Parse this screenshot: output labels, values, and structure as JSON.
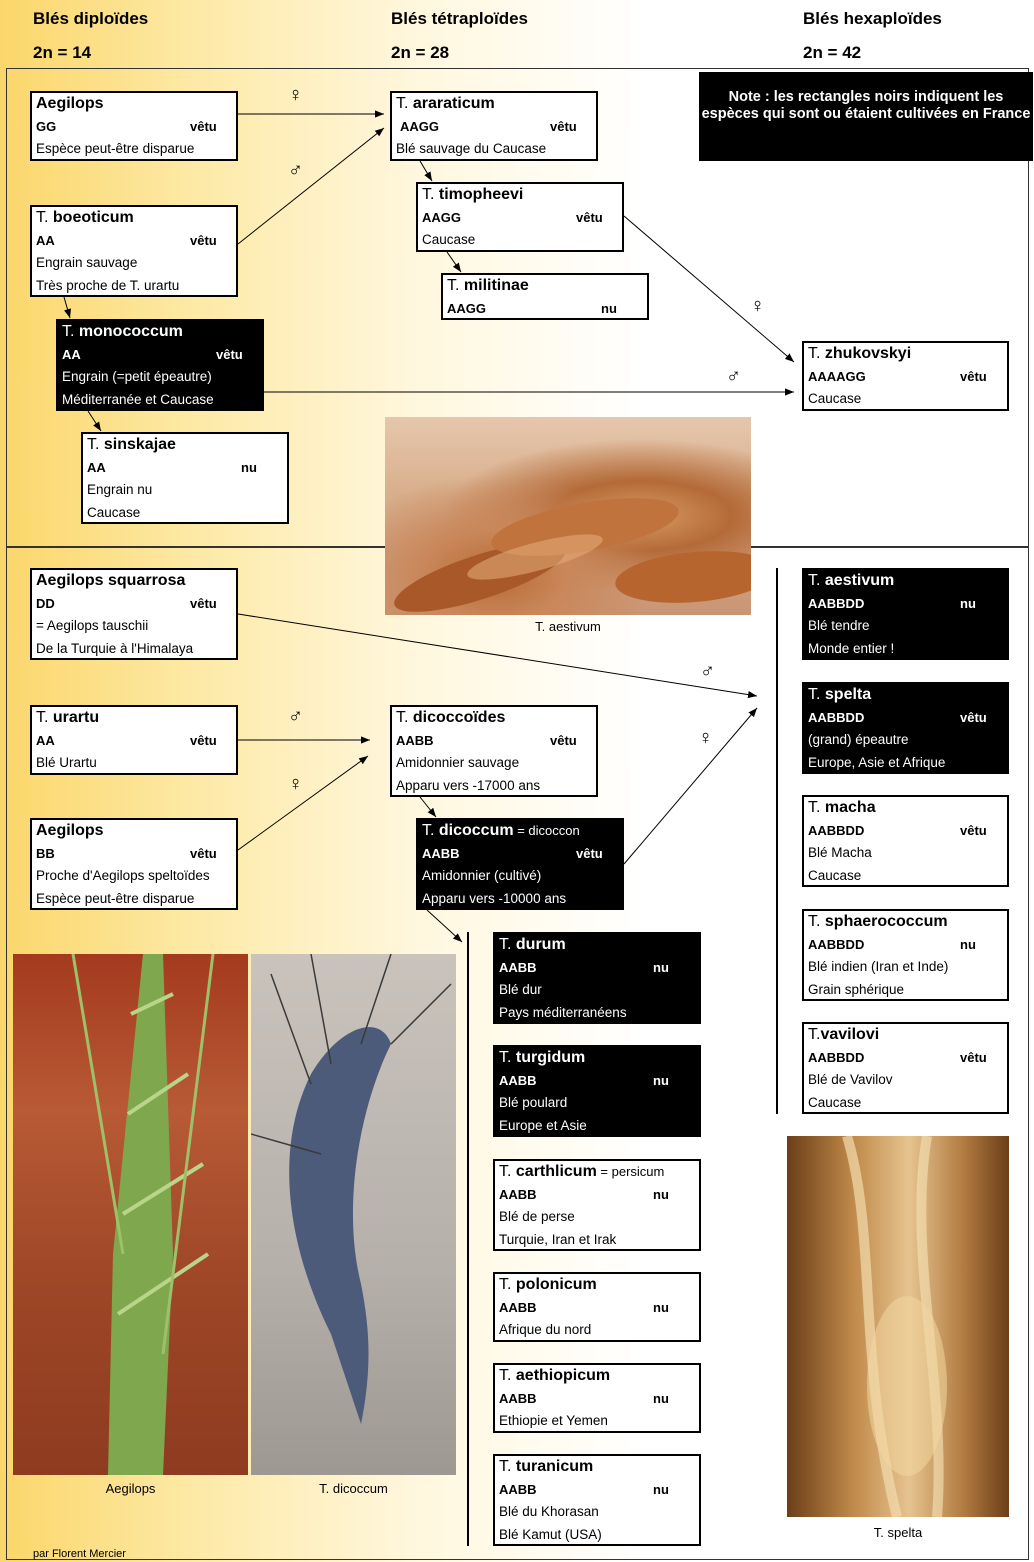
{
  "headers": {
    "diploid_title": "Blés diploïdes",
    "diploid_count": "2n = 14",
    "tetraploid_title": "Blés tétraploïdes",
    "tetraploid_count": "2n = 28",
    "hexaploid_title": "Blés hexaploïdes",
    "hexaploid_count": "2n = 42"
  },
  "note": "Note : les rectangles noirs indiquent les espèces qui sont ou étaient cultivées en France",
  "symbols": {
    "female": "♀",
    "male": "♂"
  },
  "boxes": {
    "aegilops_gg": {
      "prefix": "",
      "name": "Aegilops",
      "suffix": "",
      "genome": "GG",
      "husk": "vêtu",
      "lines": [
        "Espèce peut-être disparue"
      ]
    },
    "boeoticum": {
      "prefix": "T. ",
      "name": "boeoticum",
      "suffix": "",
      "genome": "AA",
      "husk": "vêtu",
      "lines": [
        "Engrain sauvage",
        "Très proche de T. urartu"
      ]
    },
    "monococcum": {
      "prefix": "T. ",
      "name": "monococcum",
      "suffix": "",
      "genome": "AA",
      "husk": "vêtu",
      "lines": [
        "Engrain (=petit épeautre)",
        "Méditerranée et Caucase"
      ]
    },
    "sinskajae": {
      "prefix": "T. ",
      "name": "sinskajae",
      "suffix": "",
      "genome": "AA",
      "husk": "nu",
      "lines": [
        "Engrain nu",
        "Caucase"
      ]
    },
    "araraticum": {
      "prefix": "T. ",
      "name": "araraticum",
      "suffix": "",
      "genome": "AAGG",
      "husk": "vêtu",
      "lines": [
        "Blé sauvage du Caucase"
      ]
    },
    "timopheevi": {
      "prefix": "T. ",
      "name": "timopheevi",
      "suffix": "",
      "genome": "AAGG",
      "husk": "vêtu",
      "lines": [
        "Caucase"
      ]
    },
    "militinae": {
      "prefix": "T. ",
      "name": "militinae",
      "suffix": "",
      "genome": "AAGG",
      "husk": "nu",
      "lines": []
    },
    "zhukovskyi": {
      "prefix": "T. ",
      "name": "zhukovskyi",
      "suffix": "",
      "genome": "AAAAGG",
      "husk": "vêtu",
      "lines": [
        "Caucase"
      ]
    },
    "squarrosa": {
      "prefix": "",
      "name": "Aegilops squarrosa",
      "suffix": "",
      "genome": "DD",
      "husk": "vêtu",
      "lines": [
        "= Aegilops tauschii",
        "De la Turquie à l'Himalaya"
      ]
    },
    "urartu": {
      "prefix": "T. ",
      "name": "urartu",
      "suffix": "",
      "genome": "AA",
      "husk": "vêtu",
      "lines": [
        "Blé Urartu"
      ]
    },
    "aegilops_bb": {
      "prefix": "",
      "name": "Aegilops",
      "suffix": "",
      "genome": "BB",
      "husk": "vêtu",
      "lines": [
        "Proche d'Aegilops speltoïdes",
        "Espèce peut-être disparue"
      ]
    },
    "dicoccoides": {
      "prefix": "T. ",
      "name": "dicoccoïdes",
      "suffix": "",
      "genome": "AABB",
      "husk": "vêtu",
      "lines": [
        "Amidonnier sauvage",
        "Apparu vers -17000 ans"
      ]
    },
    "dicoccum": {
      "prefix": "T. ",
      "name": "dicoccum",
      "suffix": " = dicoccon",
      "genome": "AABB",
      "husk": "vêtu",
      "lines": [
        "Amidonnier (cultivé)",
        "Apparu vers -10000 ans"
      ]
    },
    "durum": {
      "prefix": "T. ",
      "name": "durum",
      "suffix": "",
      "genome": "AABB",
      "husk": "nu",
      "lines": [
        "Blé dur",
        "Pays méditerranéens"
      ]
    },
    "turgidum": {
      "prefix": "T. ",
      "name": "turgidum",
      "suffix": "",
      "genome": "AABB",
      "husk": "nu",
      "lines": [
        "Blé poulard",
        "Europe et Asie"
      ]
    },
    "carthlicum": {
      "prefix": "T. ",
      "name": "carthlicum",
      "suffix": " = persicum",
      "genome": "AABB",
      "husk": "nu",
      "lines": [
        "Blé de perse",
        "Turquie, Iran et Irak"
      ]
    },
    "polonicum": {
      "prefix": "T. ",
      "name": "polonicum",
      "suffix": "",
      "genome": "AABB",
      "husk": "nu",
      "lines": [
        "Afrique du nord"
      ]
    },
    "aethiopicum": {
      "prefix": "T. ",
      "name": "aethiopicum",
      "suffix": "",
      "genome": "AABB",
      "husk": "nu",
      "lines": [
        "Ethiopie et Yemen"
      ]
    },
    "turanicum": {
      "prefix": "T. ",
      "name": "turanicum",
      "suffix": "",
      "genome": "AABB",
      "husk": "nu",
      "lines": [
        "Blé du Khorasan",
        "Blé Kamut (USA)"
      ]
    },
    "aestivum": {
      "prefix": "T. ",
      "name": "aestivum",
      "suffix": "",
      "genome": "AABBDD",
      "husk": "nu",
      "lines": [
        "Blé tendre",
        "Monde entier !"
      ]
    },
    "spelta": {
      "prefix": "T. ",
      "name": "spelta",
      "suffix": "",
      "genome": "AABBDD",
      "husk": "vêtu",
      "lines": [
        "(grand) épeautre",
        "Europe, Asie et Afrique"
      ]
    },
    "macha": {
      "prefix": "T. ",
      "name": "macha",
      "suffix": "",
      "genome": "AABBDD",
      "husk": "vêtu",
      "lines": [
        "Blé Macha",
        "Caucase"
      ]
    },
    "sphaerococcum": {
      "prefix": "T. ",
      "name": "sphaerococcum",
      "suffix": "",
      "genome": "AABBDD",
      "husk": "nu",
      "lines": [
        "Blé indien (Iran et Inde)",
        "Grain sphérique"
      ]
    },
    "vavilovi": {
      "prefix": "T.",
      "name": "vavilovi",
      "suffix": "",
      "genome": "AABBDD",
      "husk": "vêtu",
      "lines": [
        "Blé de Vavilov",
        "Caucase"
      ]
    }
  },
  "captions": {
    "aestivum_photo": "T. aestivum",
    "aegilops_photo": "Aegilops",
    "dicoccum_photo": "T. dicoccum",
    "spelta_photo": "T. spelta"
  },
  "credit": "par Florent Mercier"
}
